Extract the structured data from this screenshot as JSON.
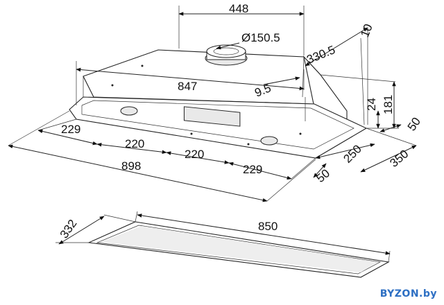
{
  "dimensions": {
    "width_top": "448",
    "duct_diameter": "Ø150.5",
    "depth_330": "330.5",
    "offset_10": "10",
    "inner_847": "847",
    "offset_9_5": "9.5",
    "h24": "24",
    "h181": "181",
    "s229_left": "229",
    "s220_a": "220",
    "s220_b": "220",
    "s229_right": "229",
    "total_898": "898",
    "d50_side": "50",
    "d250": "250",
    "d350": "350",
    "d50_bottom": "50",
    "cut_332": "332",
    "cut_850": "850"
  },
  "watermark": "BYZON.by"
}
